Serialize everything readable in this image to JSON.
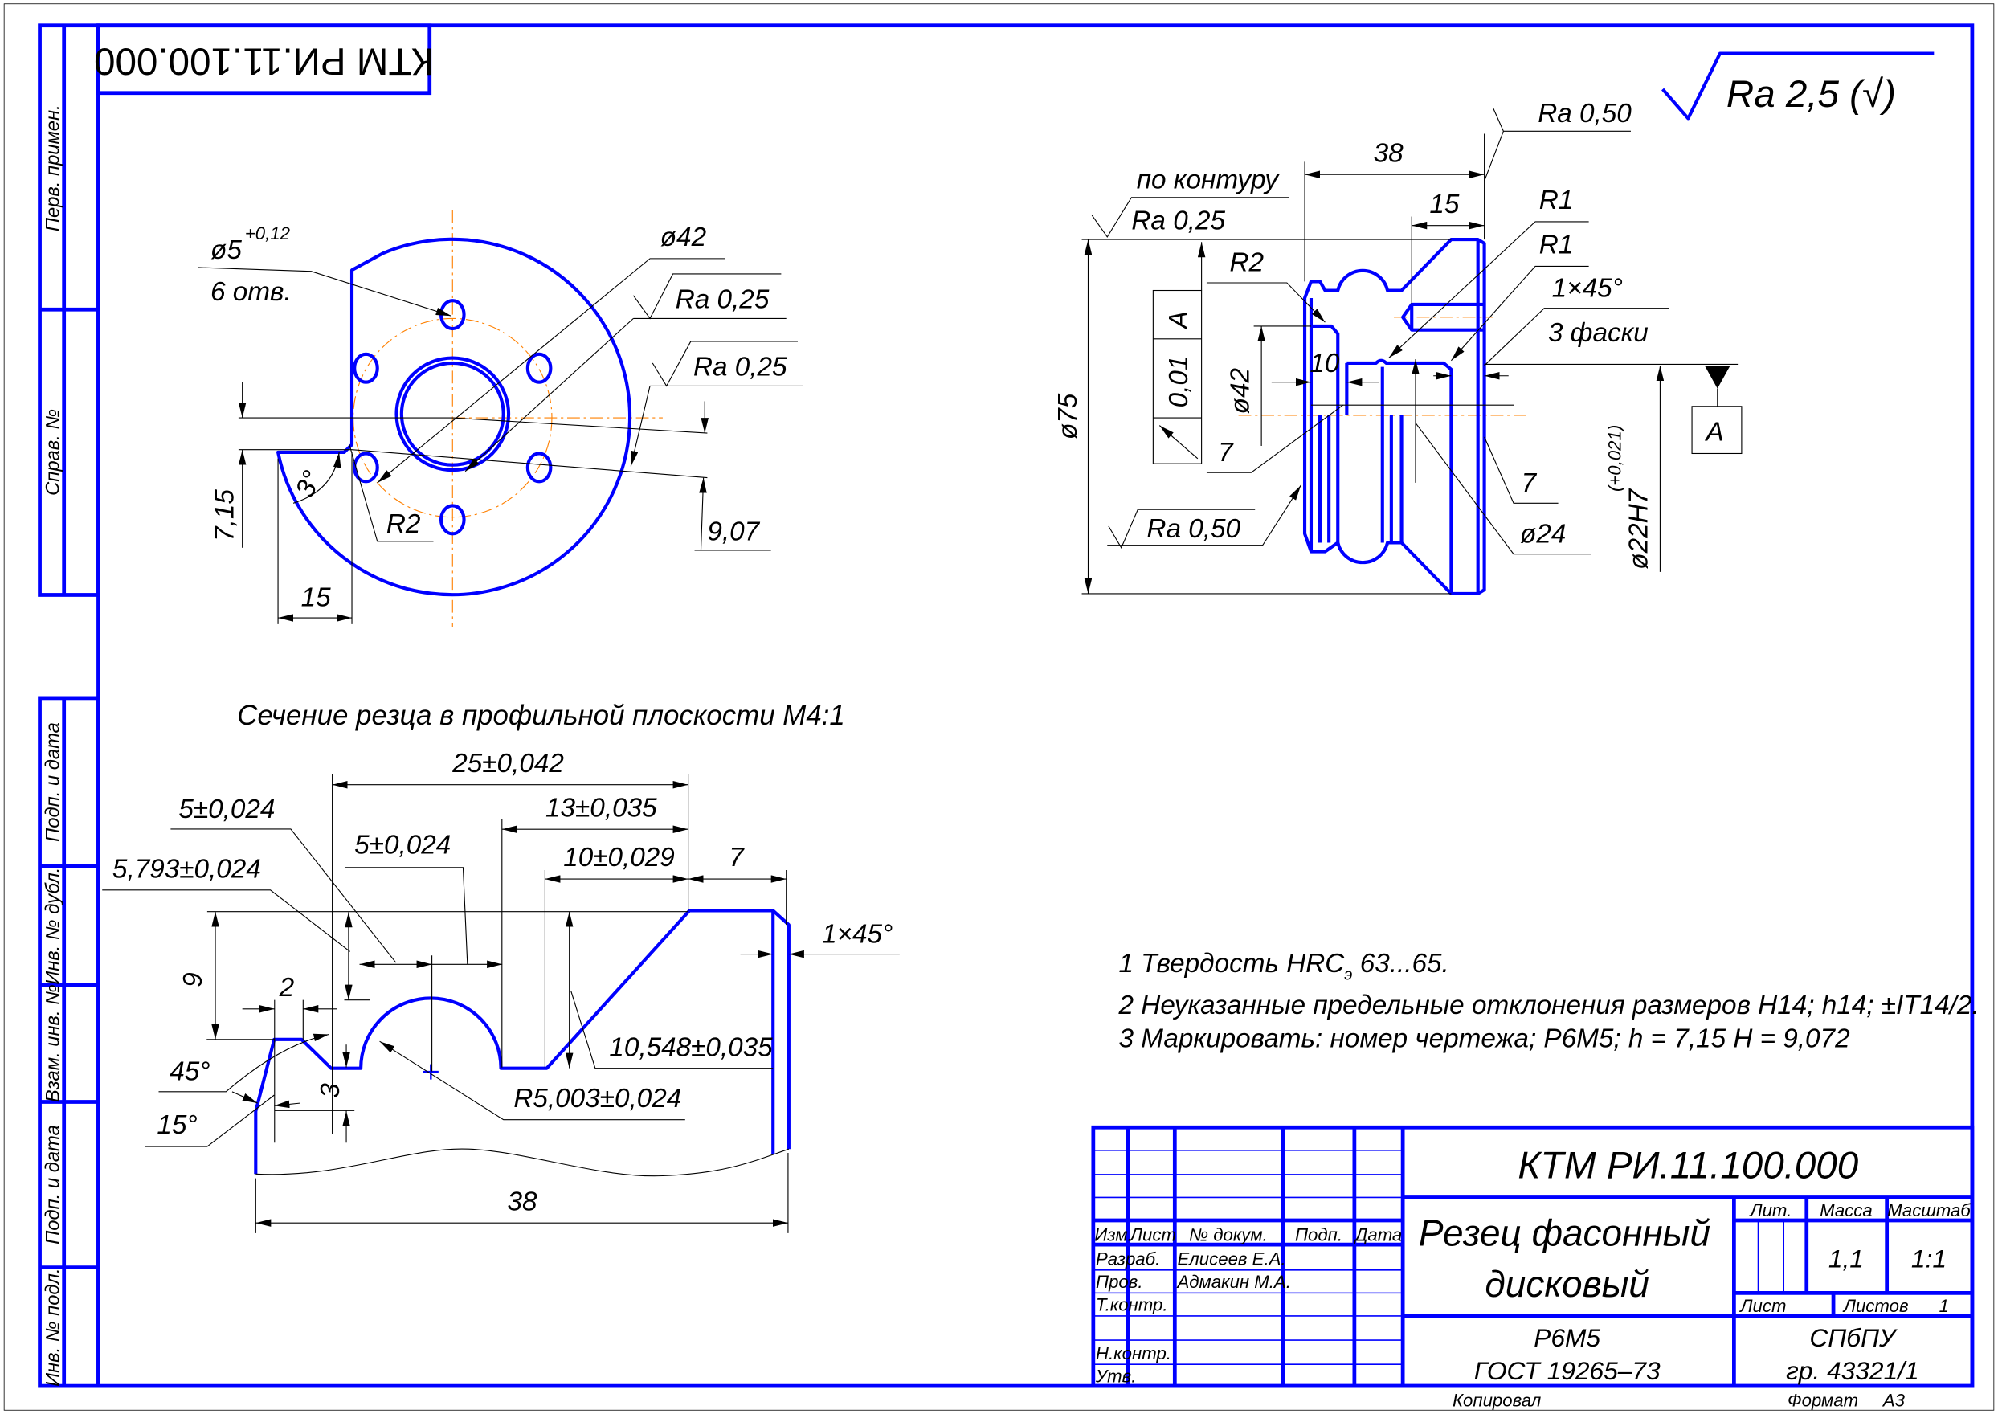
{
  "stamp_top": "КТМ РИ.11.100.000",
  "side_columns": [
    "Перв. примен.",
    "Справ. №",
    "Подп. и дата",
    "Инв. № дубл.",
    "Взам. инв. №",
    "Подп. и дата",
    "Инв. № подл."
  ],
  "roughness_general": "Ra 2,5 (√)",
  "front_view": {
    "hole_dia": "ø5",
    "hole_tol": "+0,12",
    "hole_count": "6 отв.",
    "bore_dia": "ø42",
    "ra_1": "Ra 0,25",
    "ra_2": "Ra 0,25",
    "h_dim": "7,15",
    "H_dim": "9,07",
    "width_dim": "15",
    "angle": "3°",
    "radius": "R2"
  },
  "axial_view": {
    "contour_note": "по контуру",
    "ra_contour": "Ra 0,25",
    "ra_face": "Ra 0,50",
    "ra_side": "Ra 0,50",
    "length": "38",
    "hole_depth": "15",
    "r1_a": "R1",
    "r1_b": "R1",
    "chamfer": "1×45°",
    "chamfer_count": "3 фаски",
    "r2": "R2",
    "tolerance_value": "0,01",
    "datum": "A",
    "datum_box": "A",
    "outer_dia": "ø75",
    "hub_dia": "ø42",
    "dim_10": "10",
    "dim_7_left": "7",
    "dim_7_right": "7",
    "dia_24": "ø24",
    "bore": "ø22H7",
    "bore_tol": "(+0,021)"
  },
  "section": {
    "title": "Сечение резца в профильной плоскости М4:1",
    "d_25": "25±0,042",
    "d_13": "13±0,035",
    "d_10": "10±0,029",
    "d_7": "7",
    "d_5a": "5±0,024",
    "d_5793": "5,793±0,024",
    "d_5b": "5±0,024",
    "d_9": "9",
    "d_2": "2",
    "d_3": "3",
    "angle_45": "45°",
    "angle_15": "15°",
    "d_10548": "10,548±0,035",
    "radius": "R5,003±0,024",
    "chamfer": "1×45°",
    "d_38": "38"
  },
  "notes": [
    {
      "pre": "1 Твердость HRC",
      "sub": "э",
      "post": "  63...65."
    },
    {
      "text": "2 Неуказанные предельные отклонения размеров H14; h14; ±IT14/2."
    },
    {
      "text": "3 Маркировать: номер чертежа; Р6М5; h = 7,15 H = 9,072"
    }
  ],
  "title_block": {
    "designation": "КТМ РИ.11.100.000",
    "name_line1": "Резец фасонный",
    "name_line2": "дисковый",
    "headers": {
      "izm": "Изм.",
      "list": "Лист",
      "doc": "№ докум.",
      "sign": "Подп.",
      "date": "Дата"
    },
    "roles": {
      "developer": "Разраб.",
      "checker": "Пров.",
      "tech_control": "Т.контр.",
      "norm_control": "Н.контр.",
      "approved": "Утв."
    },
    "developer_name": "Елисеев Е.А.",
    "checker_name": "Адмакин М.А.",
    "lit_label": "Лит.",
    "mass_label": "Масса",
    "scale_label": "Масштаб",
    "mass": "1,1",
    "scale": "1:1",
    "sheet_label": "Лист",
    "sheets_label": "Листов",
    "sheets": "1",
    "material_line1": "Р6М5",
    "material_line2": "ГОСТ 19265–73",
    "org_line1": "СПбПУ",
    "org_line2": "гр. 43321/1"
  },
  "footer": {
    "copied": "Копировал",
    "format_label": "Формат",
    "format_value": "А3"
  }
}
